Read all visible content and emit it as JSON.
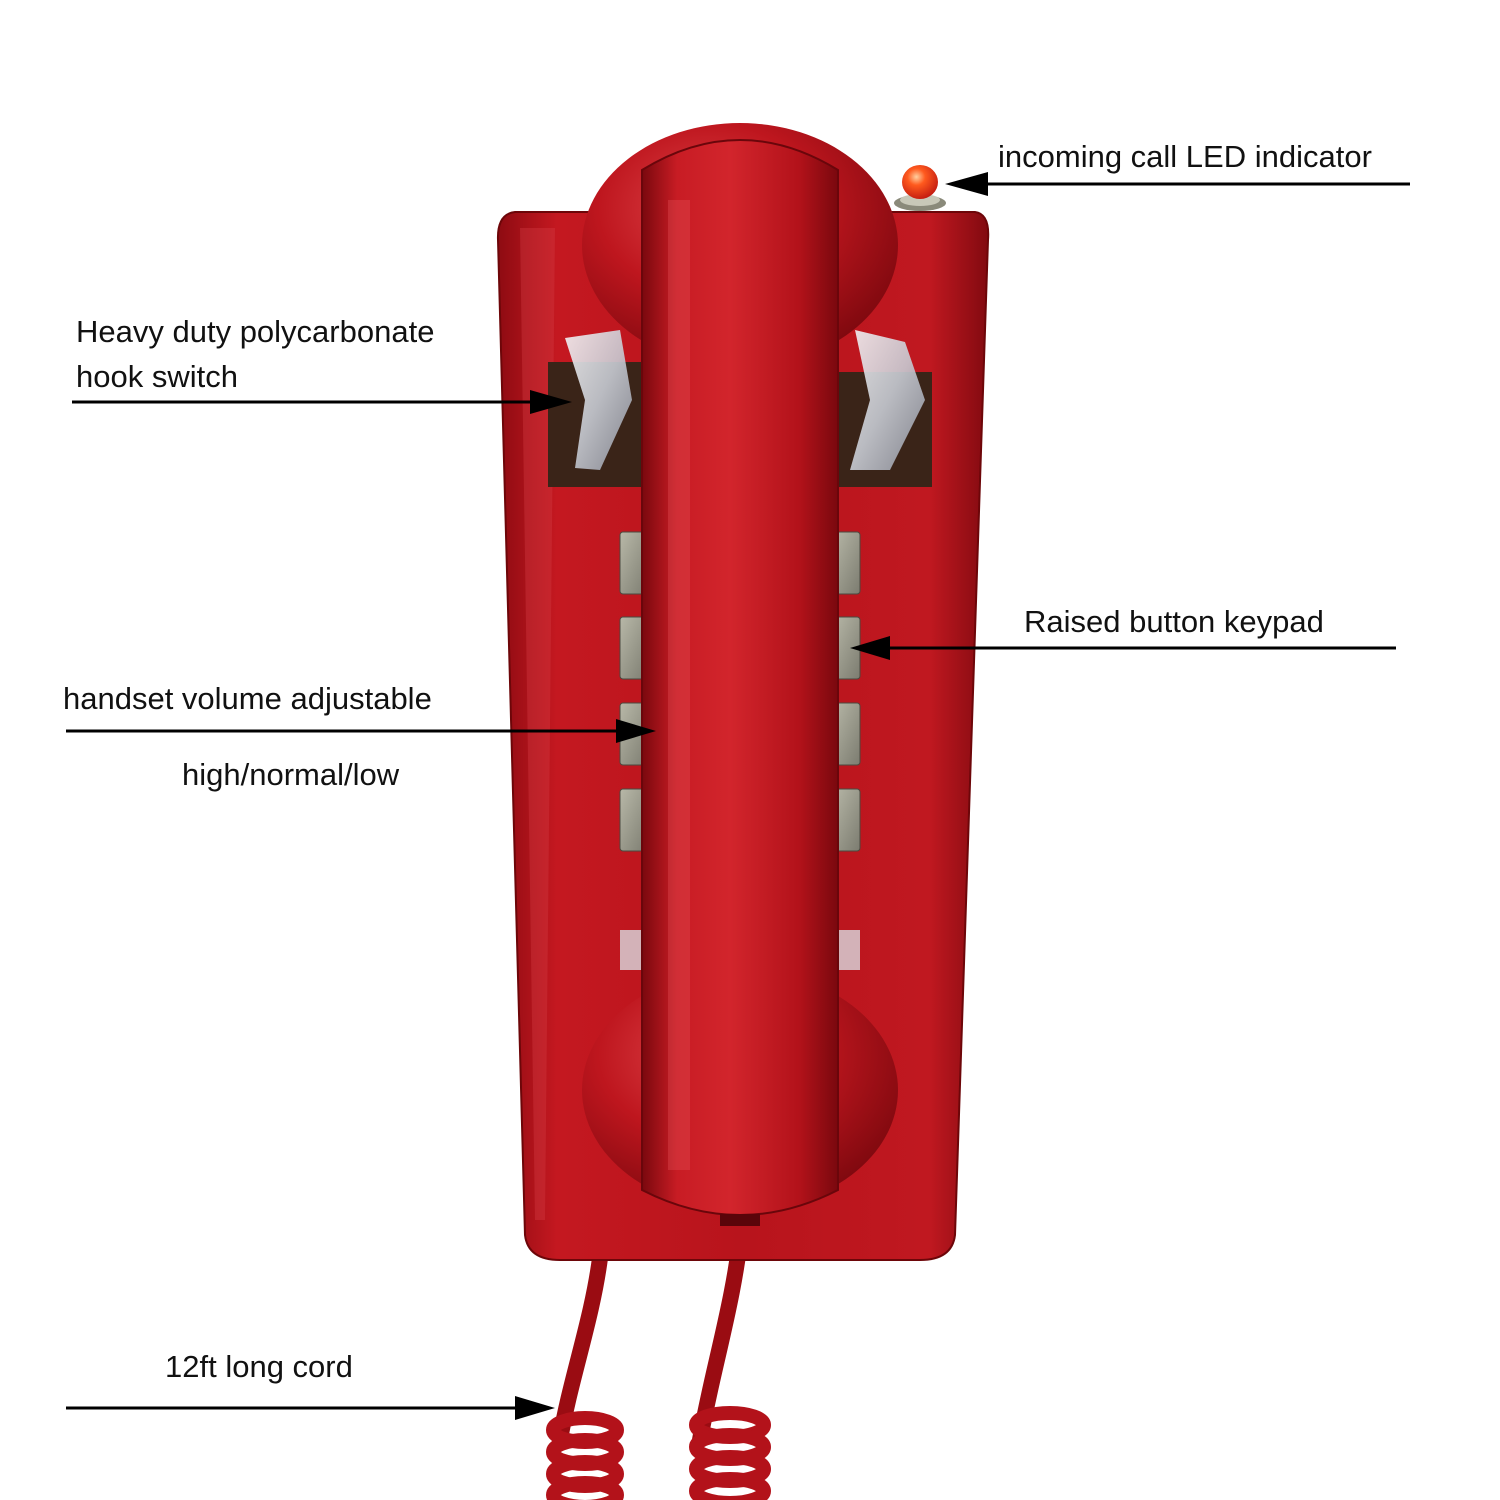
{
  "image": {
    "subject": "red-wall-telephone",
    "background_color": "#ffffff",
    "phone_color": "#b3121a",
    "led_color": "#ff3b1a"
  },
  "annotations": {
    "led": "incoming call LED indicator",
    "hook_switch_line1": "Heavy duty polycarbonate",
    "hook_switch_line2": "hook switch",
    "keypad": "Raised button keypad",
    "volume_line1": "handset volume adjustable",
    "volume_line2": "high/normal/low",
    "cord": "12ft long cord"
  }
}
